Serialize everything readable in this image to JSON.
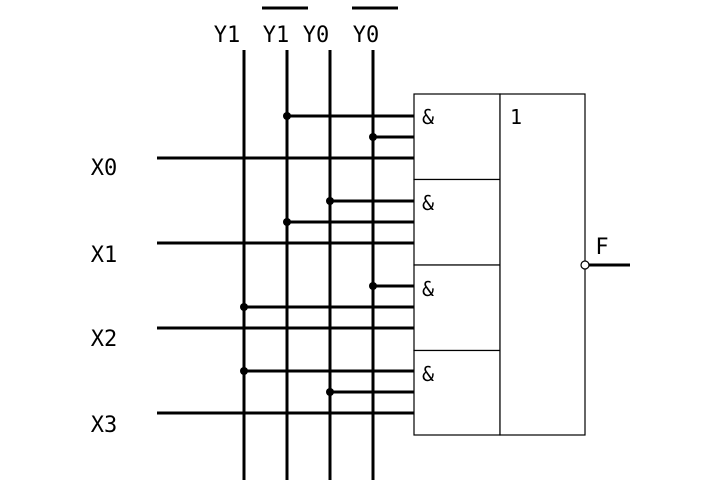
{
  "signals": {
    "y1": "Y1",
    "y1_bar": "Y1",
    "y0": "Y0",
    "y0_bar": "Y0",
    "x0": "X0",
    "x1": "X1",
    "x2": "X2",
    "x3": "X3",
    "output": "F"
  },
  "gates": {
    "and_symbol": "&",
    "or_symbol": "1"
  }
}
